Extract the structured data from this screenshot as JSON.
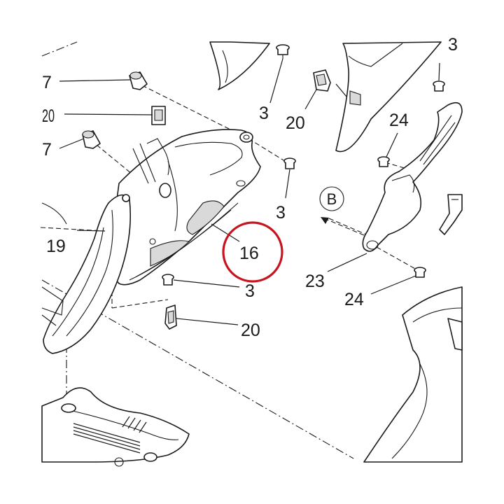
{
  "callouts": {
    "c7a": "7",
    "c20a": "20",
    "c7b": "7",
    "c19": "19",
    "c3a": "3",
    "c20b": "20",
    "c3b": "3",
    "c16": "16",
    "c3c": "3",
    "c20c": "20",
    "c3d": "3",
    "c24a": "24",
    "c23": "23",
    "c24b": "24"
  },
  "view_reference": "B",
  "highlight_color": "#c8141e"
}
